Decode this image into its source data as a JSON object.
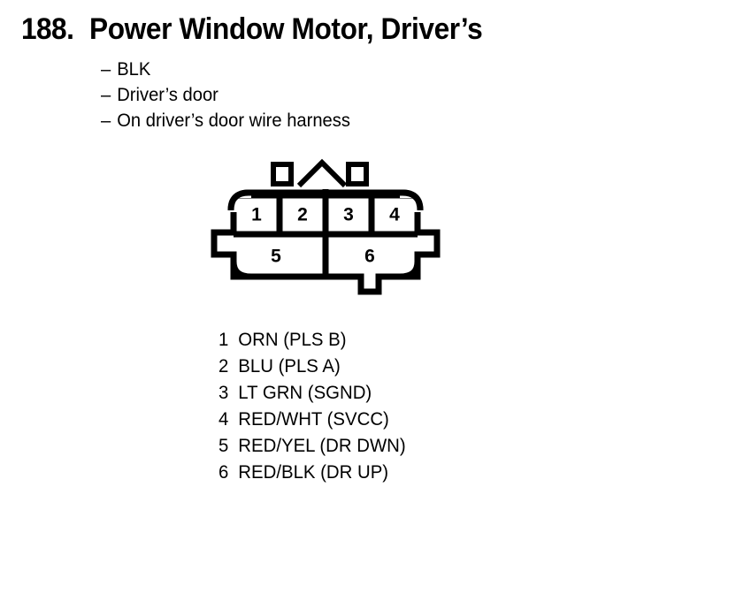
{
  "title": {
    "number": "188.",
    "text": "Power Window Motor, Driver’s"
  },
  "attributes": {
    "dash": "–",
    "items": [
      {
        "label": "BLK"
      },
      {
        "label": "Driver’s door"
      },
      {
        "label": "On driver’s door wire harness"
      }
    ]
  },
  "connector": {
    "top_row": [
      "1",
      "2",
      "3",
      "4"
    ],
    "bottom_row": [
      "5",
      "6"
    ],
    "stroke_color": "#000000",
    "fill_color": "#ffffff"
  },
  "pin_legend": [
    {
      "num": "1",
      "desc": "ORN (PLS B)"
    },
    {
      "num": "2",
      "desc": "BLU (PLS A)"
    },
    {
      "num": "3",
      "desc": "LT GRN (SGND)"
    },
    {
      "num": "4",
      "desc": "RED/WHT (SVCC)"
    },
    {
      "num": "5",
      "desc": "RED/YEL (DR DWN)"
    },
    {
      "num": "6",
      "desc": "RED/BLK (DR UP)"
    }
  ]
}
